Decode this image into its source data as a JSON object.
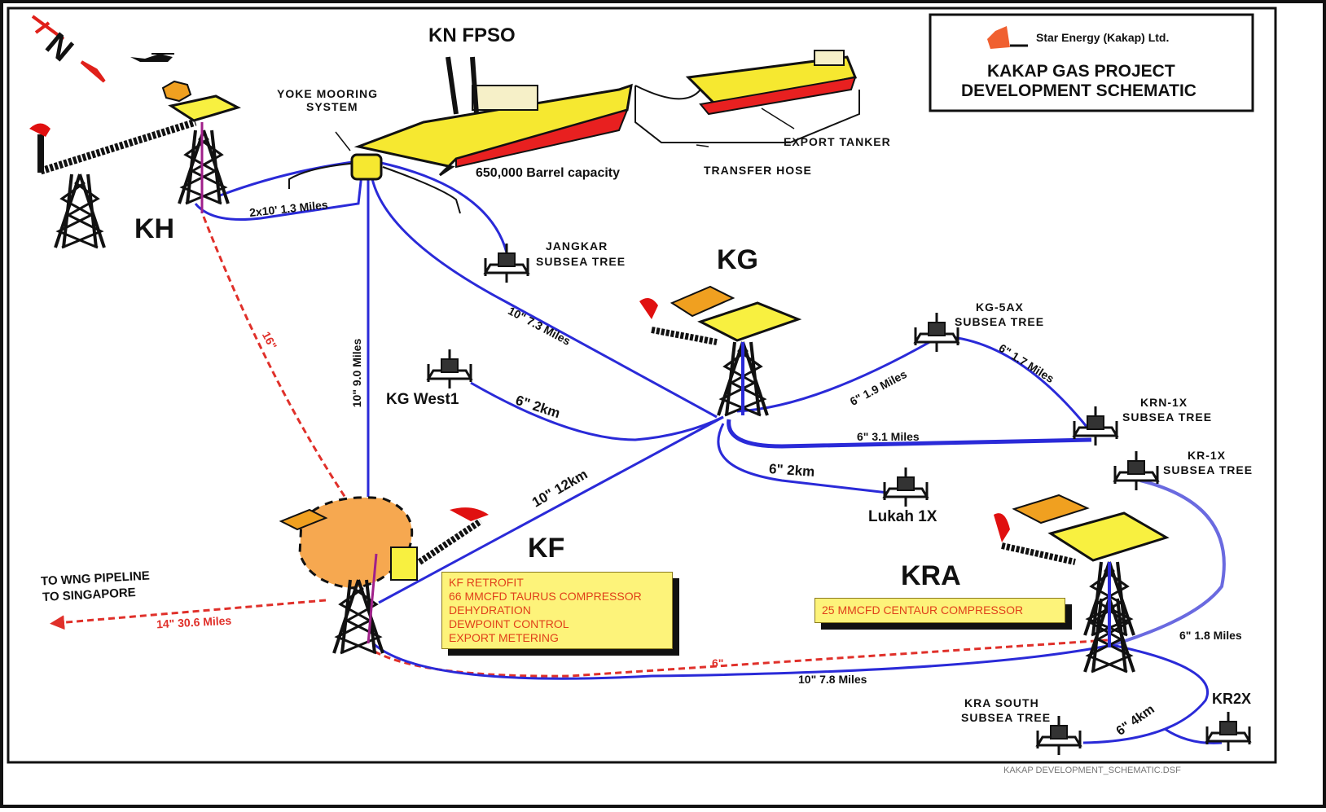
{
  "title_block": {
    "company": "Star Energy (Kakap) Ltd.",
    "title_line1": "KAKAP GAS PROJECT",
    "title_line2": "DEVELOPMENT SCHEMATIC"
  },
  "compass": {
    "letter": "N"
  },
  "colors": {
    "pipeline_blue": "#2a2ad8",
    "pipeline_red_dashed": "#e0302a",
    "deck_yellow": "#f8f040",
    "helideck_orange": "#f0a020",
    "flare_red": "#e01010",
    "hull_red": "#e82020",
    "infobox_yellow": "#fdf37a",
    "infobox_text": "#e0401a"
  },
  "facilities": {
    "kh": "KH",
    "kn_fpso": "KN FPSO",
    "kg": "KG",
    "kf": "KF",
    "kra": "KRA"
  },
  "annotations": {
    "yoke_mooring": "YOKE MOORING SYSTEM",
    "yoke_line1": "YOKE MOORING",
    "yoke_line2": "SYSTEM",
    "barrel_capacity": "650,000 Barrel capacity",
    "export_tanker": "EXPORT TANKER",
    "transfer_hose": "TRANSFER HOSE",
    "to_wng_line1": "TO WNG PIPELINE",
    "to_wng_line2": "TO SINGAPORE",
    "footer": "KAKAP DEVELOPMENT_SCHEMATIC.DSF"
  },
  "subsea_trees": [
    {
      "name": "JANGKAR",
      "sub": "SUBSEA TREE"
    },
    {
      "name": "KG-5AX",
      "sub": "SUBSEA TREE"
    },
    {
      "name": "KRN-1X",
      "sub": "SUBSEA TREE"
    },
    {
      "name": "KR-1X",
      "sub": "SUBSEA TREE"
    },
    {
      "name": "KRA SOUTH",
      "sub": "SUBSEA TREE"
    },
    {
      "name": "KG West1",
      "sub": ""
    },
    {
      "name": "Lukah 1X",
      "sub": ""
    },
    {
      "name": "KR2X",
      "sub": ""
    }
  ],
  "pipelines": [
    {
      "label": "2x10' 1.3 Miles",
      "from": "KH",
      "to": "Yoke",
      "style": "solid"
    },
    {
      "label": "10\" 9.0 Miles",
      "from": "Yoke",
      "to": "KF",
      "style": "solid"
    },
    {
      "label": "10\" 7.3 Miles",
      "from": "Yoke",
      "to": "KG",
      "style": "solid"
    },
    {
      "label": "16\"",
      "from": "KH",
      "to": "KF",
      "style": "dashed"
    },
    {
      "label": "6\" 2km",
      "from": "KG West1",
      "to": "KG",
      "style": "solid"
    },
    {
      "label": "10\" 12km",
      "from": "KF",
      "to": "KG",
      "style": "solid"
    },
    {
      "label": "6\" 1.9 Miles",
      "from": "KG",
      "to": "KG-5AX",
      "style": "solid"
    },
    {
      "label": "6\" 1.7 Miles",
      "from": "KG-5AX",
      "to": "KRN-1X",
      "style": "solid"
    },
    {
      "label": "6\" 3.1 Miles",
      "from": "KG",
      "to": "KRN-1X",
      "style": "solid"
    },
    {
      "label": "6\" 2km",
      "from": "KG",
      "to": "Lukah 1X",
      "style": "solid"
    },
    {
      "label": "6\" 1.8 Miles",
      "from": "KR-1X",
      "to": "KRA",
      "style": "solid"
    },
    {
      "label": "10\" 7.8 Miles",
      "from": "KRA",
      "to": "KF",
      "style": "solid"
    },
    {
      "label": "6\"",
      "from": "KRA",
      "to": "KF",
      "style": "dashed"
    },
    {
      "label": "6\" 4km",
      "from": "KRA",
      "to": "KRA SOUTH",
      "style": "solid"
    },
    {
      "label": "14\" 30.6 Miles",
      "from": "KF",
      "to": "WNG Pipeline",
      "style": "dashed"
    }
  ],
  "kf_box": {
    "lines": [
      "KF RETROFIT",
      "66 MMCFD TAURUS COMPRESSOR",
      "DEHYDRATION",
      "DEWPOINT CONTROL",
      "EXPORT METERING"
    ]
  },
  "kra_box": {
    "text": "25 MMCFD CENTAUR COMPRESSOR"
  },
  "icons": [
    "compass-icon",
    "helicopter-icon",
    "platform-icon",
    "flare-icon",
    "subsea-tree-icon",
    "ship-icon",
    "company-logo-icon"
  ]
}
